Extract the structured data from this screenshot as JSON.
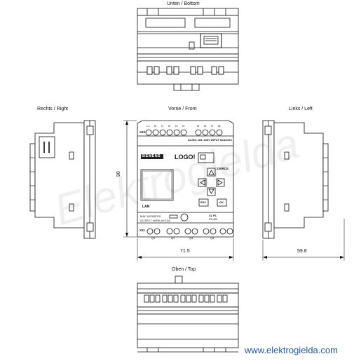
{
  "views": {
    "bottom_label": "Unten / Bottom",
    "right_label": "Rechts / Right",
    "front_label": "Vorne / Front",
    "left_label": "Links / Left",
    "top_label": "Oben / Top"
  },
  "dimensions": {
    "height": "90",
    "front_width": "71.5",
    "side_depth": "59.8"
  },
  "front_panel": {
    "brand": "SIEMENS",
    "product": "LOGO!",
    "input_row_label": "X10",
    "input_terminals": [
      "L1",
      "N",
      "I1",
      "I2",
      "I3",
      "I4",
      "I5",
      "I6",
      "I7",
      "I8"
    ],
    "input_spec": "AC/DC 115..240V INPUT 8xAC/DC",
    "model": "230RCE",
    "esc_label": "ESC",
    "ok_label": "OK",
    "lan_label": "LAN",
    "mac_label": "MAC ADDRESS:",
    "output_spec": "OUTPUT 4xRELAY/10A",
    "output_row_label": "X11",
    "output_groups": [
      "Q1",
      "Q2",
      "Q3",
      "Q4"
    ],
    "x1_label": "X1 P1",
    "x1_sub": "RS-485"
  },
  "watermark": "Elektrogielda",
  "website": "www.elektrogielda.com"
}
